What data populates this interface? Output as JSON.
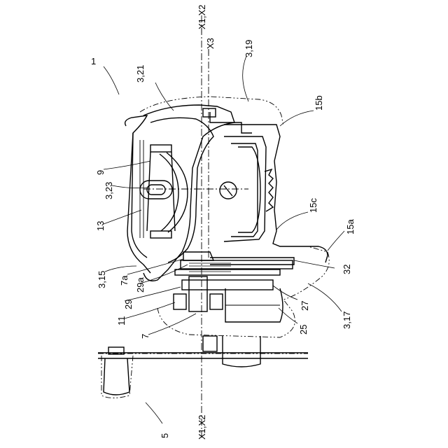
{
  "figure": {
    "labels": {
      "l1": "1",
      "l321": "3,21",
      "l319": "3,19",
      "lx1x2_top": "X1,X2",
      "lx3": "X3",
      "l15b": "15b",
      "l9": "9",
      "l323": "3,23",
      "l13": "13",
      "l15c": "15c",
      "l15a": "15a",
      "l315": "3,15",
      "l7a": "7a",
      "l29a": "29a",
      "l29": "29",
      "l11": "11",
      "l7": "7",
      "l32": "32",
      "l27": "27",
      "l25": "25",
      "l317": "3,17",
      "l5": "5",
      "lx1x2_bottom": "X1,X2"
    }
  }
}
